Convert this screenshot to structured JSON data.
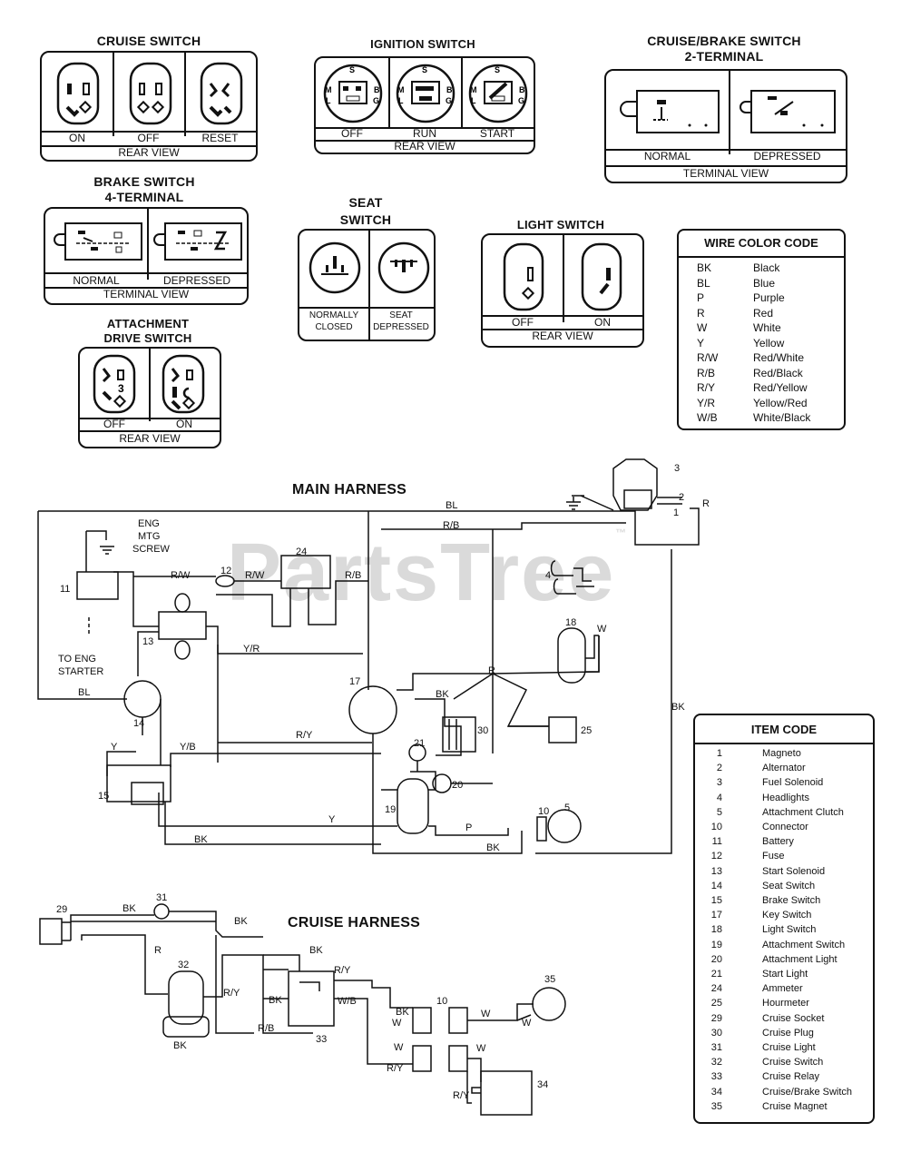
{
  "cruise_switch": {
    "title": "CRUISE SWITCH",
    "states": [
      "ON",
      "OFF",
      "RESET"
    ],
    "view": "REAR VIEW"
  },
  "ignition_switch": {
    "title": "IGNITION SWITCH",
    "states": [
      "OFF",
      "RUN",
      "START"
    ],
    "view": "REAR VIEW",
    "terminals": [
      "S",
      "M",
      "L",
      "B",
      "G"
    ]
  },
  "cruise_brake_switch": {
    "title_line1": "CRUISE/BRAKE SWITCH",
    "title_line2": "2-TERMINAL",
    "states": [
      "NORMAL",
      "DEPRESSED"
    ],
    "view": "TERMINAL VIEW"
  },
  "brake_switch": {
    "title_line1": "BRAKE SWITCH",
    "title_line2": "4-TERMINAL",
    "states": [
      "NORMAL",
      "DEPRESSED"
    ],
    "view": "TERMINAL VIEW"
  },
  "seat_switch": {
    "title_line1": "SEAT",
    "title_line2": "SWITCH",
    "states": [
      [
        "NORMALLY",
        "CLOSED"
      ],
      [
        "SEAT",
        "DEPRESSED"
      ]
    ]
  },
  "light_switch": {
    "title": "LIGHT SWITCH",
    "states": [
      "OFF",
      "ON"
    ],
    "view": "REAR VIEW"
  },
  "attachment_drive_switch": {
    "title_line1": "ATTACHMENT",
    "title_line2": "DRIVE SWITCH",
    "states": [
      "OFF",
      "ON"
    ],
    "view": "REAR VIEW"
  },
  "wire_color_code": {
    "title": "WIRE COLOR CODE",
    "rows": [
      {
        "code": "BK",
        "color": "Black"
      },
      {
        "code": "BL",
        "color": "Blue"
      },
      {
        "code": "P",
        "color": "Purple"
      },
      {
        "code": "R",
        "color": "Red"
      },
      {
        "code": "W",
        "color": "White"
      },
      {
        "code": "Y",
        "color": "Yellow"
      },
      {
        "code": "R/W",
        "color": "Red/White"
      },
      {
        "code": "R/B",
        "color": "Red/Black"
      },
      {
        "code": "R/Y",
        "color": "Red/Yellow"
      },
      {
        "code": "Y/R",
        "color": "Yellow/Red"
      },
      {
        "code": "W/B",
        "color": "White/Black"
      }
    ]
  },
  "item_code": {
    "title": "ITEM CODE",
    "rows": [
      {
        "num": "1",
        "name": "Magneto"
      },
      {
        "num": "2",
        "name": "Alternator"
      },
      {
        "num": "3",
        "name": "Fuel Solenoid"
      },
      {
        "num": "4",
        "name": "Headlights"
      },
      {
        "num": "5",
        "name": "Attachment Clutch"
      },
      {
        "num": "10",
        "name": "Connector"
      },
      {
        "num": "11",
        "name": "Battery"
      },
      {
        "num": "12",
        "name": "Fuse"
      },
      {
        "num": "13",
        "name": "Start Solenoid"
      },
      {
        "num": "14",
        "name": "Seat Switch"
      },
      {
        "num": "15",
        "name": "Brake Switch"
      },
      {
        "num": "17",
        "name": "Key Switch"
      },
      {
        "num": "18",
        "name": "Light Switch"
      },
      {
        "num": "19",
        "name": "Attachment Switch"
      },
      {
        "num": "20",
        "name": "Attachment Light"
      },
      {
        "num": "21",
        "name": "Start Light"
      },
      {
        "num": "24",
        "name": "Ammeter"
      },
      {
        "num": "25",
        "name": "Hourmeter"
      },
      {
        "num": "29",
        "name": "Cruise Socket"
      },
      {
        "num": "30",
        "name": "Cruise Plug"
      },
      {
        "num": "31",
        "name": "Cruise Light"
      },
      {
        "num": "32",
        "name": "Cruise Switch"
      },
      {
        "num": "33",
        "name": "Cruise Relay"
      },
      {
        "num": "34",
        "name": "Cruise/Brake Switch"
      },
      {
        "num": "35",
        "name": "Cruise Magnet"
      }
    ]
  },
  "main_harness": {
    "title": "MAIN HARNESS",
    "ground_note": [
      "ENG",
      "MTG",
      "SCREW"
    ],
    "starter_note": [
      "TO ENG",
      "STARTER"
    ],
    "wire_labels": [
      "BL",
      "R/B",
      "R/W",
      "R/W",
      "R/B",
      "Y/R",
      "BL",
      "BK",
      "R",
      "BK",
      "R/Y",
      "Y/B",
      "Y",
      "BK",
      "Y",
      "BK",
      "P",
      "W",
      "R"
    ],
    "item_numbers": [
      "1",
      "2",
      "3",
      "4",
      "5",
      "10",
      "11",
      "12",
      "13",
      "14",
      "15",
      "17",
      "18",
      "19",
      "20",
      "21",
      "24",
      "25",
      "30"
    ]
  },
  "cruise_harness": {
    "title": "CRUISE HARNESS",
    "wire_labels": [
      "BK",
      "BK",
      "BK",
      "R",
      "R/Y",
      "R/Y",
      "BK",
      "W/B",
      "R/B",
      "BK",
      "W",
      "W",
      "W",
      "W",
      "R/Y",
      "R/Y",
      "BK",
      "W"
    ],
    "item_numbers": [
      "29",
      "31",
      "32",
      "33",
      "10",
      "35",
      "34"
    ]
  },
  "watermark": "PartsTree"
}
